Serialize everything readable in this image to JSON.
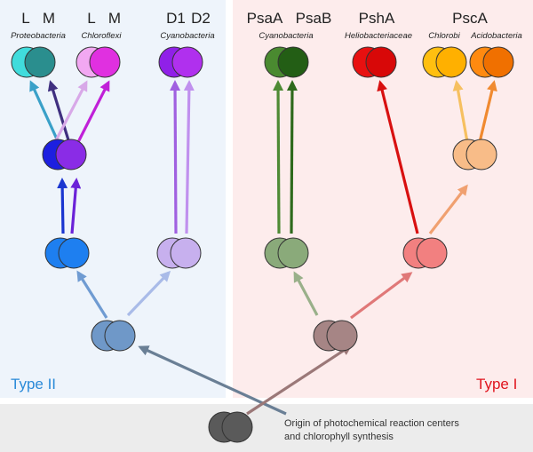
{
  "panels": {
    "type2_label": "Type II",
    "type1_label": "Type I",
    "type2_color": "#eef4fb",
    "type1_color": "#fdecec",
    "type2_text_color": "#2a8ad8",
    "type1_text_color": "#e0141e",
    "footer_color": "#ececec"
  },
  "origin": {
    "line1": "Origin of photochemical reaction centers",
    "line2": "and chlorophyll synthesis",
    "color": "#555555"
  },
  "groups": [
    {
      "label": "L",
      "taxon": ""
    },
    {
      "label": "M",
      "taxon": ""
    },
    {
      "label": "L",
      "taxon": ""
    },
    {
      "label": "M",
      "taxon": ""
    },
    {
      "label": "D1",
      "taxon": ""
    },
    {
      "label": "D2",
      "taxon": ""
    },
    {
      "label": "PsaA",
      "taxon": ""
    },
    {
      "label": "PsaB",
      "taxon": ""
    },
    {
      "label": "PshA",
      "taxon": ""
    },
    {
      "label": "PscA",
      "taxon": ""
    }
  ],
  "taxa": [
    "Proteobacteria",
    "Chloroflexi",
    "Cyanobacteria",
    "Cyanobacteria",
    "Heliobacteriaceae",
    "Chlorobi",
    "Acidobacteria"
  ],
  "node_colors": {
    "root": "#5a5a5a",
    "type2_ancestor": "#6f98c8",
    "type1_ancestor": "#a68585",
    "lm_ancestor": "#1e7ff0",
    "lm_d_split": "#1e7ff0",
    "lm_pair": [
      "#1d1fe0",
      "#8a2ce6"
    ],
    "d_ancestor": "#c7b0ee",
    "proteobacteria": [
      "#40dcdc",
      "#2a8e8e"
    ],
    "chloroflexi": [
      "#f2a8f2",
      "#e030e0"
    ],
    "cyanobacteria_d": [
      "#9020e8",
      "#b030ee"
    ],
    "psa_ancestor": "#8aaa7a",
    "psa": [
      "#4a8a30",
      "#235e15"
    ],
    "type1_split": "#f28080",
    "psha": [
      "#e81010",
      "#d80808"
    ],
    "psca_ancestor": "#f8bc88",
    "chlorobi": [
      "#ffbf10",
      "#ffb000"
    ],
    "acidobacteria": [
      "#ff8a10",
      "#f07000"
    ]
  }
}
